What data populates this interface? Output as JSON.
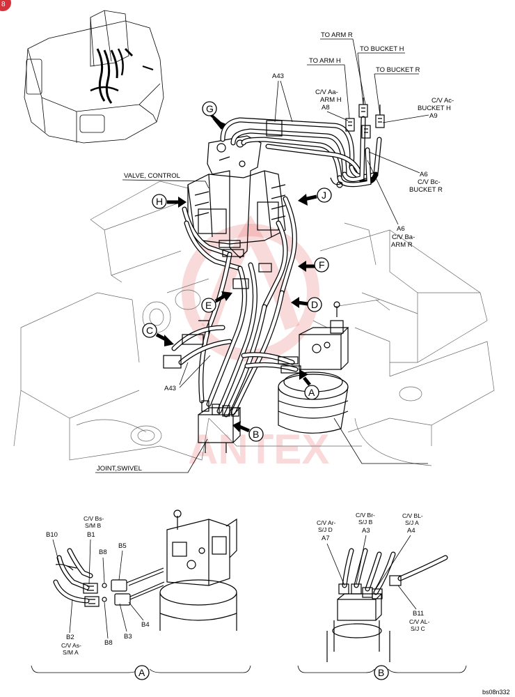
{
  "labels": {
    "to_arm_r": "TO ARM R",
    "to_bucket_h": "TO BUCKET H",
    "to_arm_h": "TO ARM H",
    "to_bucket_r": "TO BUCKET R",
    "a43_top": "A43",
    "cv_aa_l1": "C/V Aa-",
    "cv_aa_l2": "ARM H",
    "a8": "A8",
    "cv_ac_l1": "C/V Ac-",
    "cv_ac_l2": "BUCKET H",
    "a9": "A9",
    "a6_1": "A6",
    "cv_bc_l1": "C/V Bc-",
    "cv_bc_l2": "BUCKET R",
    "a6_2": "A6",
    "cv_ba_l1": "C/V Ba-",
    "cv_ba_l2": "ARM R",
    "valve_control": "VALVE, CONTROL",
    "a43_bottom": "A43",
    "joint_swivel": "JOINT,SWIVEL"
  },
  "callouts": {
    "g": "G",
    "h": "H",
    "j": "J",
    "f": "F",
    "e": "E",
    "d": "D",
    "c": "C",
    "a": "A",
    "b": "B"
  },
  "detail_a": {
    "b10": "B10",
    "cv_bs_l1": "C/V Bs-",
    "cv_bs_l2": "S/M B",
    "b1": "B1",
    "b8_top": "B8",
    "b5": "B5",
    "b2": "B2",
    "cv_as_l1": "C/V As-",
    "cv_as_l2": "S/M A",
    "b8_bottom": "B8",
    "b3": "B3",
    "b4": "B4",
    "caption": "A"
  },
  "detail_b": {
    "cv_ar_l1": "C/V Ar-",
    "cv_ar_l2": "S/J D",
    "a7": "A7",
    "cv_br_l1": "C/V Br-",
    "cv_br_l2": "S/J B",
    "a3": "A3",
    "cv_bl_l1": "C/V BL-",
    "cv_bl_l2": "S/J A",
    "a4": "A4",
    "b11": "B11",
    "cv_al_l1": "C/V AL-",
    "cv_al_l2": "S/J C",
    "caption": "B"
  },
  "page_marker": "8",
  "watermark": "ANTEX",
  "figure_code": "bs08n332"
}
